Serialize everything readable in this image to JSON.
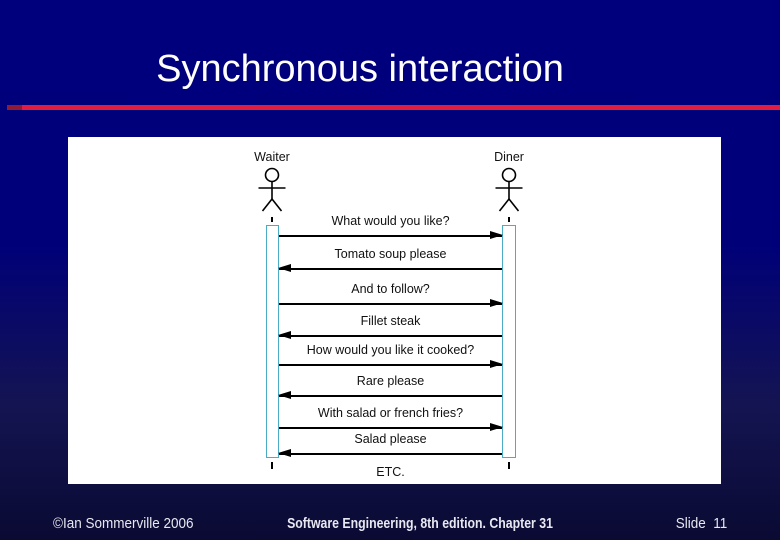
{
  "title": "Synchronous interaction",
  "colors": {
    "background_top": "#00007d",
    "background_bottom": "#0a0a33",
    "underline_red": "#e01c3f",
    "underline_cap_dark_red": "#8f1a33",
    "activation_box_border": "#4bacc6",
    "diagram_background": "#ffffff",
    "text_on_slide": "#ffffff",
    "text_in_diagram": "#111111"
  },
  "diagram": {
    "type": "uml-sequence",
    "actors": [
      {
        "name": "Waiter"
      },
      {
        "name": "Diner"
      }
    ],
    "messages": [
      {
        "label": "What would you like?",
        "from": "Waiter",
        "to": "Diner",
        "direction": "right"
      },
      {
        "label": "Tomato soup please",
        "from": "Diner",
        "to": "Waiter",
        "direction": "left"
      },
      {
        "label": "And to follow?",
        "from": "Waiter",
        "to": "Diner",
        "direction": "right"
      },
      {
        "label": "Fillet steak",
        "from": "Diner",
        "to": "Waiter",
        "direction": "left"
      },
      {
        "label": "How would you like it cooked?",
        "from": "Waiter",
        "to": "Diner",
        "direction": "right"
      },
      {
        "label": "Rare please",
        "from": "Diner",
        "to": "Waiter",
        "direction": "left"
      },
      {
        "label": "With salad or french fries?",
        "from": "Waiter",
        "to": "Diner",
        "direction": "right"
      },
      {
        "label": "Salad please",
        "from": "Diner",
        "to": "Waiter",
        "direction": "left"
      }
    ],
    "etc_label": "ETC."
  },
  "footer": {
    "left": "©Ian Sommerville 2006",
    "center": "Software Engineering, 8th edition. Chapter 31",
    "right": "Slide  11"
  }
}
